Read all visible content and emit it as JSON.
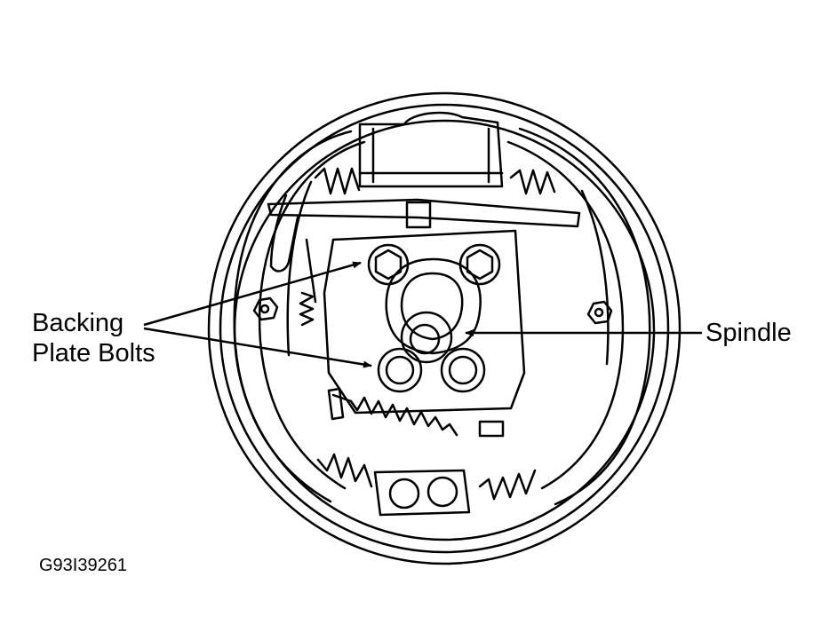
{
  "callouts": {
    "backing_plate_bolts_line1": "Backing",
    "backing_plate_bolts_line2": "Plate Bolts",
    "spindle": "Spindle"
  },
  "figure_id": "G93I39261",
  "colors": {
    "ink": "#000000",
    "paper": "#ffffff"
  }
}
